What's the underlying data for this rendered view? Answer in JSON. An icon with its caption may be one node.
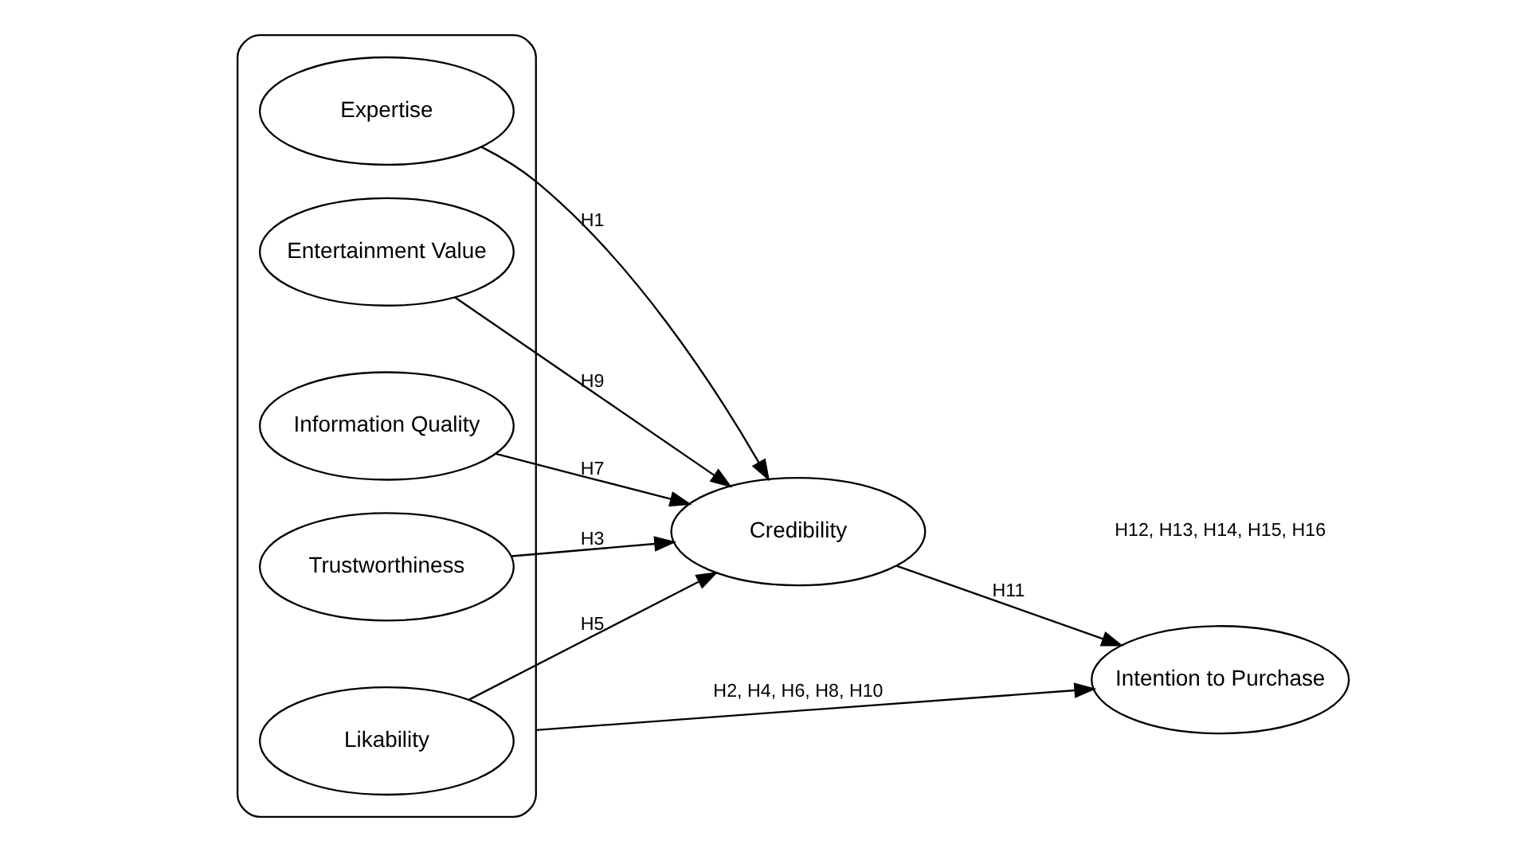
{
  "diagram": {
    "nodes": [
      {
        "text": [],
        "shape": "box"
      },
      {
        "text": [
          "Expertise"
        ],
        "in": 0
      },
      {
        "text": [
          "Trustworthiness"
        ],
        "in": 0
      },
      {
        "text": [
          "Likability"
        ],
        "in": 0
      },
      {
        "text": [
          "Information Quality"
        ],
        "in": 0
      },
      {
        "text": [
          "Entertainment Value"
        ],
        "in": 0
      },
      {
        "text": [
          "Credibility"
        ]
      },
      {
        "text": [
          "Intention to Purchase"
        ]
      }
    ],
    "edges": [
      {
        "from": 0,
        "to": 7,
        "arrow": "to",
        "label": "H2, H4, H6, H8, H10"
      },
      {
        "from": 1,
        "to": 6,
        "arrow": "to",
        "label": "H1"
      },
      {
        "from": 2,
        "to": 6,
        "arrow": "to",
        "label": "H3"
      },
      {
        "from": 3,
        "to": 6,
        "arrow": "to",
        "label": "H5"
      },
      {
        "from": 4,
        "to": 6,
        "arrow": "to",
        "label": "H7"
      },
      {
        "from": 5,
        "to": 6,
        "arrow": "to",
        "label": "H9"
      },
      {
        "from": 6,
        "to": 7,
        "arrow": "to",
        "label": "H11"
      }
    ],
    "labels": [
      "H12, H13, H14, H15, H16"
    ]
  }
}
